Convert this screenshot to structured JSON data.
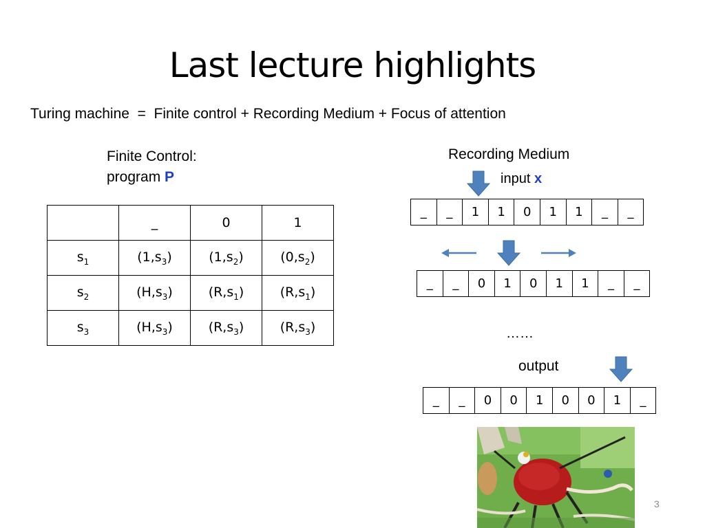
{
  "slide": {
    "title": "Last lecture highlights",
    "subtitle": "Turing machine  =  Finite control + Recording Medium + Focus of attention",
    "page_number": "3"
  },
  "finite_control": {
    "label": "Finite Control:",
    "program_prefix": "program ",
    "program_symbol": "P",
    "table": {
      "header": [
        "",
        "_",
        "0",
        "1"
      ],
      "rows": [
        {
          "state": "s",
          "state_sub": "1",
          "cells": [
            [
              "(1,s",
              "3",
              ")"
            ],
            [
              "(1,s",
              "2",
              ")"
            ],
            [
              "(0,s",
              "2",
              ")"
            ]
          ]
        },
        {
          "state": "s",
          "state_sub": "2",
          "cells": [
            [
              "(H,s",
              "3",
              ")"
            ],
            [
              "(R,s",
              "1",
              ")"
            ],
            [
              "(R,s",
              "1",
              ")"
            ]
          ]
        },
        {
          "state": "s",
          "state_sub": "3",
          "cells": [
            [
              "(H,s",
              "3",
              ")"
            ],
            [
              "(R,s",
              "3",
              ")"
            ],
            [
              "(R,s",
              "3",
              ")"
            ]
          ]
        }
      ]
    }
  },
  "recording_medium": {
    "label": "Recording Medium",
    "input_prefix": "input ",
    "input_symbol": "x",
    "ellipsis": "……",
    "output_label": "output",
    "tapes": [
      [
        "_",
        "_",
        "1",
        "1",
        "0",
        "1",
        "1",
        "_",
        "_"
      ],
      [
        "_",
        "_",
        "0",
        "1",
        "0",
        "1",
        "1",
        "_",
        "_"
      ],
      [
        "_",
        "_",
        "0",
        "0",
        "1",
        "0",
        "0",
        "1",
        "_"
      ]
    ]
  },
  "colors": {
    "accent_blue": "#1f3fbf",
    "arrow_blue": "#4f81bd",
    "arrow_stroke": "#3a6ea5",
    "page_number_gray": "#8a8a8a"
  },
  "icons": [
    "head-arrow-icon",
    "move-left-arrow-icon",
    "move-right-arrow-icon",
    "painting-image"
  ]
}
